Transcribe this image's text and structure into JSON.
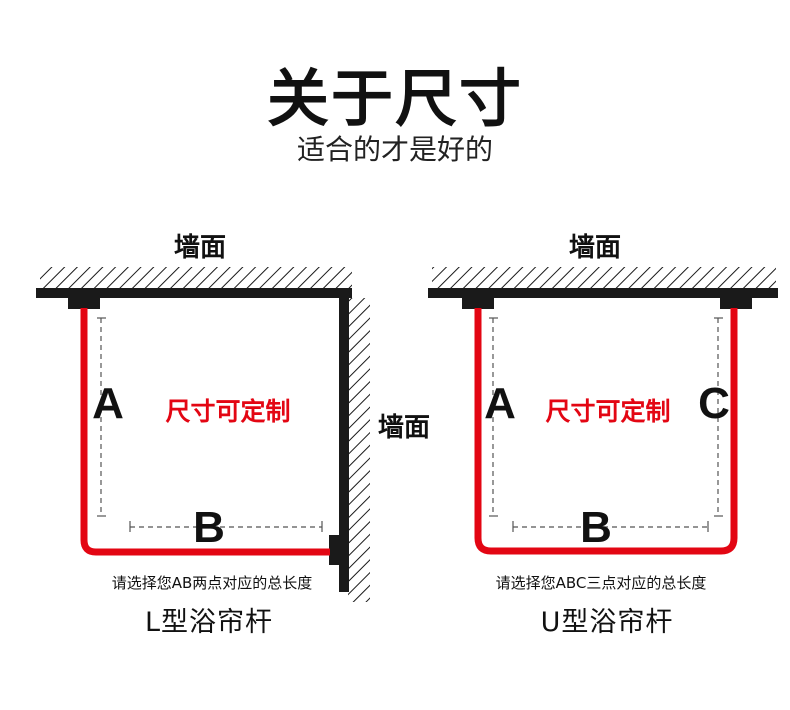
{
  "header": {
    "title": "关于尺寸",
    "subtitle": "适合的才是好的"
  },
  "l_type": {
    "top_wall_label": "墙面",
    "side_wall_label": "墙面",
    "point_a": "A",
    "point_b": "B",
    "custom_label": "尺寸可定制",
    "note": "请选择您AB两点对应的总长度",
    "name": "L型浴帘杆"
  },
  "u_type": {
    "top_wall_label": "墙面",
    "point_a": "A",
    "point_b": "B",
    "point_c": "C",
    "custom_label": "尺寸可定制",
    "note": "请选择您ABC三点对应的总长度",
    "name": "U型浴帘杆"
  },
  "colors": {
    "rod": "#e30613",
    "wall": "#1a1a1a",
    "dashed": "#555555"
  }
}
